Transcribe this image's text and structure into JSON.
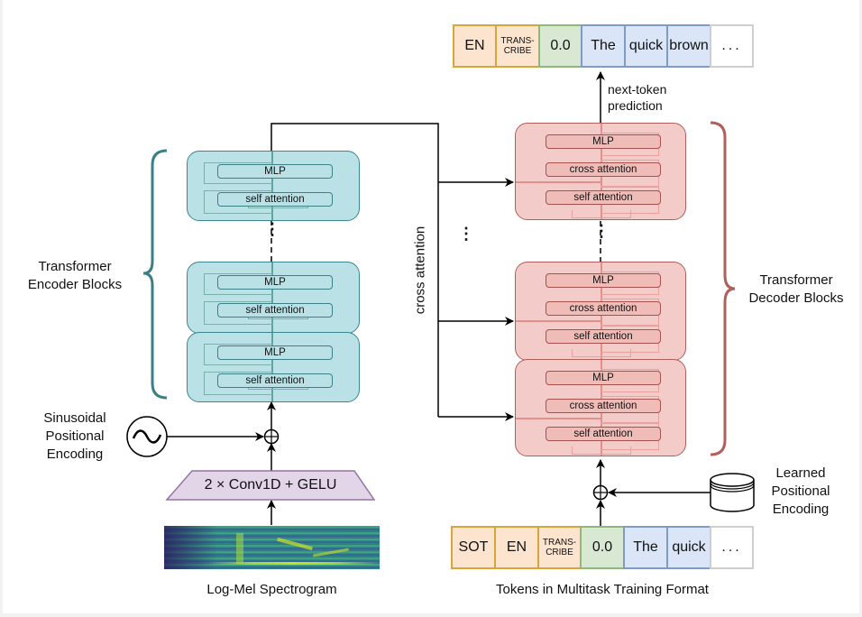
{
  "encoder": {
    "bracket_label_line1": "Transformer",
    "bracket_label_line2": "Encoder Blocks",
    "blocks": [
      {
        "mlp": "MLP",
        "attn": "self attention"
      },
      {
        "mlp": "MLP",
        "attn": "self attention"
      },
      {
        "mlp": "MLP",
        "attn": "self attention"
      }
    ],
    "ellipsis": "⋮",
    "positional_label_line1": "Sinusoidal",
    "positional_label_line2": "Positional",
    "positional_label_line3": "Encoding",
    "positional_icon": "sine-wave-icon",
    "conv_label": "2 × Conv1D + GELU",
    "input_label": "Log-Mel Spectrogram",
    "input_icon": "spectrogram-image"
  },
  "decoder": {
    "bracket_label_line1": "Transformer",
    "bracket_label_line2": "Decoder Blocks",
    "blocks": [
      {
        "mlp": "MLP",
        "cross": "cross attention",
        "attn": "self attention"
      },
      {
        "mlp": "MLP",
        "cross": "cross attention",
        "attn": "self attention"
      },
      {
        "mlp": "MLP",
        "cross": "cross attention",
        "attn": "self attention"
      }
    ],
    "ellipsis": "⋮",
    "positional_label_line1": "Learned",
    "positional_label_line2": "Positional",
    "positional_label_line3": "Encoding",
    "positional_icon": "database-cylinder-icon",
    "input_label": "Tokens in Multitask Training Format"
  },
  "cross_attention_label": "cross attention",
  "cross_ellipsis": "⋮",
  "next_token_label_line1": "next-token",
  "next_token_label_line2": "prediction",
  "output_tokens": [
    {
      "text": "EN",
      "kind": "orange"
    },
    {
      "text": "TRANS-\nCRIBE",
      "kind": "orange"
    },
    {
      "text": "0.0",
      "kind": "green"
    },
    {
      "text": "The",
      "kind": "blue"
    },
    {
      "text": "quick",
      "kind": "blue"
    },
    {
      "text": "brown",
      "kind": "blue"
    },
    {
      "text": "...",
      "kind": "white"
    }
  ],
  "input_tokens": [
    {
      "text": "SOT",
      "kind": "orange"
    },
    {
      "text": "EN",
      "kind": "orange"
    },
    {
      "text": "TRANS-\nCRIBE",
      "kind": "orange"
    },
    {
      "text": "0.0",
      "kind": "green"
    },
    {
      "text": "The",
      "kind": "blue"
    },
    {
      "text": "quick",
      "kind": "blue"
    },
    {
      "text": "...",
      "kind": "white"
    }
  ],
  "colors": {
    "encoder_fill": "#b9e1e6",
    "encoder_stroke": "#3b8690",
    "decoder_fill": "#f3cbc8",
    "decoder_stroke": "#b05f5a",
    "conv_fill": "#e1d5e7",
    "conv_stroke": "#9673a6"
  }
}
